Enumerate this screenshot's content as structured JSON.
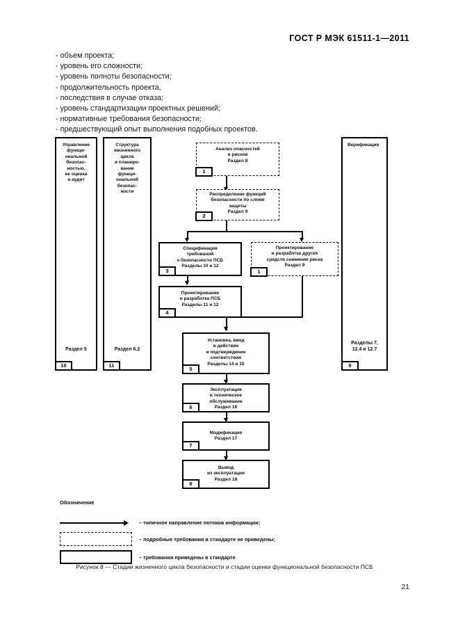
{
  "document": {
    "header": "ГОСТ Р МЭК 61511-1—2011",
    "page_number": "21"
  },
  "bullets": [
    "- объем проекта;",
    "- уровень его сложности;",
    "- уровень полноты безопасности;",
    "- продолжительность проекта,",
    "- последствия в случае отказа;",
    "- уровень стандартизации проектных решений;",
    "- нормативные требования безопасности;",
    "- предшествующий опыт выполнения подобных проектов."
  ],
  "diagram": {
    "columns": [
      {
        "title": "Управление функци-ональной безопас-ностью, ее оценка и аудит",
        "title_lines": [
          "Управление",
          "функци-",
          "ональной",
          "безопас-",
          "ностью,",
          "ее оценка",
          "и аудит"
        ],
        "section": "Раздел 5",
        "tag": "10",
        "style": "solid"
      },
      {
        "title": "Структура жизненного цикла и планирование функциональной безопасности",
        "title_lines": [
          "Структура",
          "жизненного",
          "цикла",
          "и планиро-",
          "вание",
          "функци-",
          "ональной",
          "безопас-",
          "ности"
        ],
        "section": "Раздел 6.2",
        "tag": "11",
        "style": "solid"
      }
    ],
    "verification": {
      "title_lines": [
        "Верификация"
      ],
      "section_lines": [
        "Разделы 7,",
        "12.4 и 12.7"
      ],
      "tag": "9",
      "style": "solid"
    },
    "nodes": [
      {
        "id": "n1",
        "lines": [
          "Анализ опасностей",
          "и рисков"
        ],
        "section": "Раздел 8",
        "tag": "1",
        "style": "dashed"
      },
      {
        "id": "n2",
        "lines": [
          "Распределение функций",
          "безопасности по слоям",
          "защиты"
        ],
        "section": "Раздел 9",
        "tag": "2",
        "style": "dashed"
      },
      {
        "id": "n3",
        "lines": [
          "Спецификация",
          "требований",
          "к безопасности ПСБ"
        ],
        "section": "Разделы 10 и 12",
        "tag": "3",
        "style": "solid"
      },
      {
        "id": "n_other",
        "lines": [
          "Проектирование",
          "и разработка других",
          "средств снижения риска"
        ],
        "section": "Раздел 9",
        "tag": "1",
        "style": "dashed"
      },
      {
        "id": "n4",
        "lines": [
          "Проектирование",
          "и разработка ПСБ"
        ],
        "section": "Разделы 11 и 12",
        "tag": "4",
        "style": "solid"
      },
      {
        "id": "n5",
        "lines": [
          "Установка, ввод",
          "в действие",
          "и подтверждение",
          "соответствия"
        ],
        "section": "Разделы 14 и 15",
        "tag": "5",
        "style": "solid"
      },
      {
        "id": "n6",
        "lines": [
          "Эксплуатация",
          "и техническое",
          "обслуживание"
        ],
        "section": "Раздел 16",
        "tag": "6",
        "style": "solid"
      },
      {
        "id": "n7",
        "lines": [
          "Модификация"
        ],
        "section": "Раздел 17",
        "tag": "7",
        "style": "solid"
      },
      {
        "id": "n8",
        "lines": [
          "Вывод",
          "из эксплуатации"
        ],
        "section": "Раздел 18",
        "tag": "8",
        "style": "solid"
      }
    ]
  },
  "legend": {
    "title": "Обозначение",
    "items": [
      {
        "key": "arrow",
        "text": "– типичное направление потоков информации;"
      },
      {
        "key": "dashed-box",
        "text": "– подробные требования в стандарте не приведены;"
      },
      {
        "key": "solid-box",
        "text": "– требования приведены в стандарте"
      }
    ]
  },
  "caption": "Рисунок 8 — Стадии жизненного цикла безопасности и стадии оценки функциональной безопасности ПСБ"
}
